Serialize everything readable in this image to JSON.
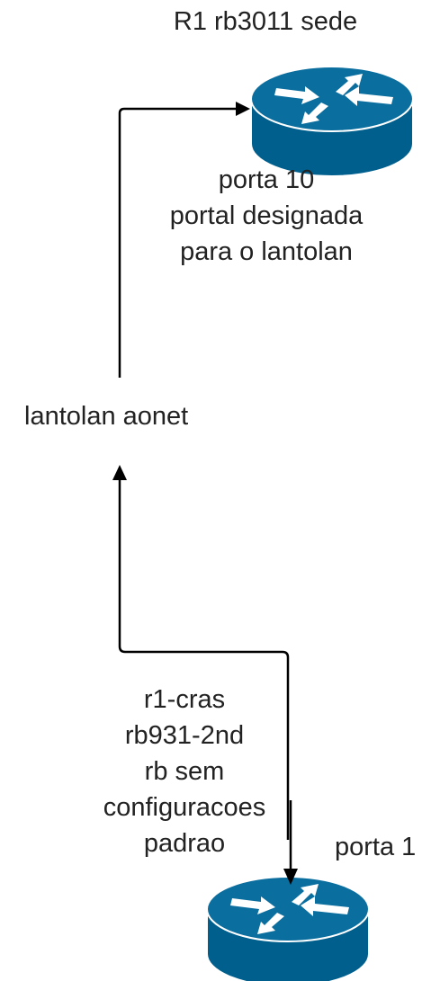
{
  "colors": {
    "router_body": "#005f8d",
    "router_top": "#0a6e9f",
    "router_arrows": "#ffffff",
    "connector": "#000000",
    "text": "#222222"
  },
  "nodes": {
    "router_top": {
      "icon": "router-icon",
      "title": "R1 rb3011 sede",
      "port_lines": [
        "porta 10",
        "portal designada",
        "para o lantolan"
      ]
    },
    "lantolan": {
      "label": "lantolan aonet"
    },
    "router_bottom": {
      "icon": "router-icon",
      "desc_lines": [
        "r1-cras",
        "rb931-2nd",
        "rb sem",
        "configuracoes",
        "padrao"
      ],
      "port": "porta 1"
    }
  }
}
